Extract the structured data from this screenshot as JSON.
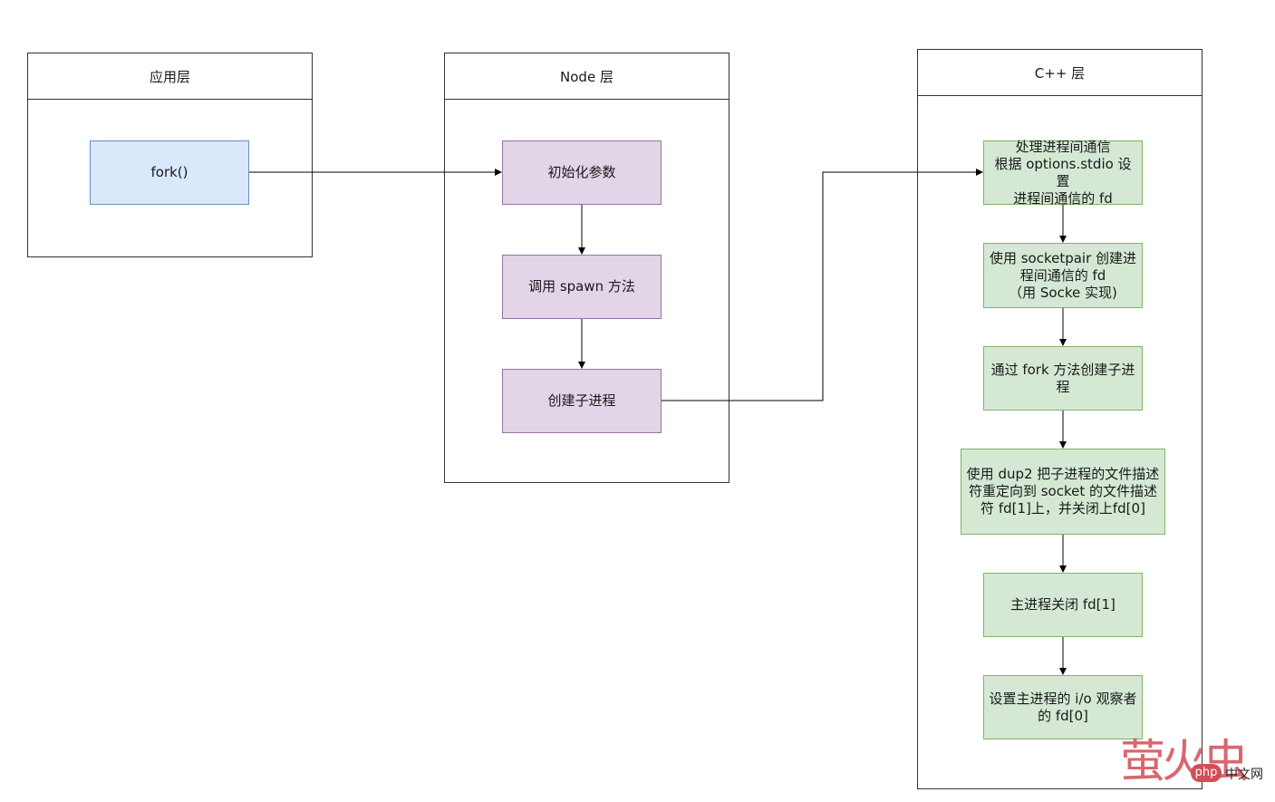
{
  "lanes": {
    "app": {
      "title": "应用层"
    },
    "node": {
      "title": "Node 层"
    },
    "cpp": {
      "title": "C++ 层"
    }
  },
  "nodes": {
    "fork": "fork()",
    "init_params": "初始化参数",
    "call_spawn": "调用 spawn 方法",
    "create_child": "创建子进程",
    "ipc_setup": "处理进程间通信\n根据 options.stdio 设置\n进程间通信的 fd",
    "socketpair": "使用 socketpair 创建进\n程间通信的 fd\n（用 Socke 实现)",
    "fork_method": "通过 fork 方法创建子进\n程",
    "dup2": "使用 dup2 把子进程的文件描述\n符重定向到 socket 的文件描述\n符 fd[1]上，并关闭上fd[0]",
    "close_fd1": "主进程关闭 fd[1]",
    "io_watcher": "设置主进程的 i/o 观察者\n的 fd[0]"
  },
  "watermark": {
    "brand": "萤火虫",
    "badge": "php",
    "site": "中文网"
  }
}
